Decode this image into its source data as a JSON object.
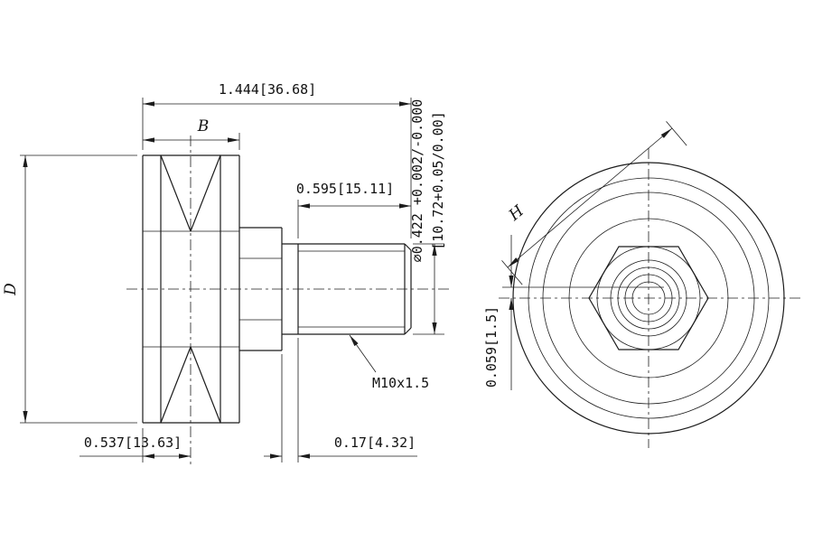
{
  "side_view": {
    "dim_total_length": "1.444[36.68]",
    "dim_groove_width": "B",
    "dim_outer_diameter": "D",
    "dim_thread_length": "0.595[15.11]",
    "dim_stud_diameter_inch": "⌀0.422 +0.002/-0.000",
    "dim_stud_diameter_mm": "[10.72+0.05/0.00]",
    "thread_spec": "M10x1.5",
    "dim_face_to_groove": "0.537[13.63]",
    "dim_shoulder": "0.17[4.32]"
  },
  "front_view": {
    "dim_hex_width": "H",
    "dim_center_offset": "0.059[1.5]"
  }
}
